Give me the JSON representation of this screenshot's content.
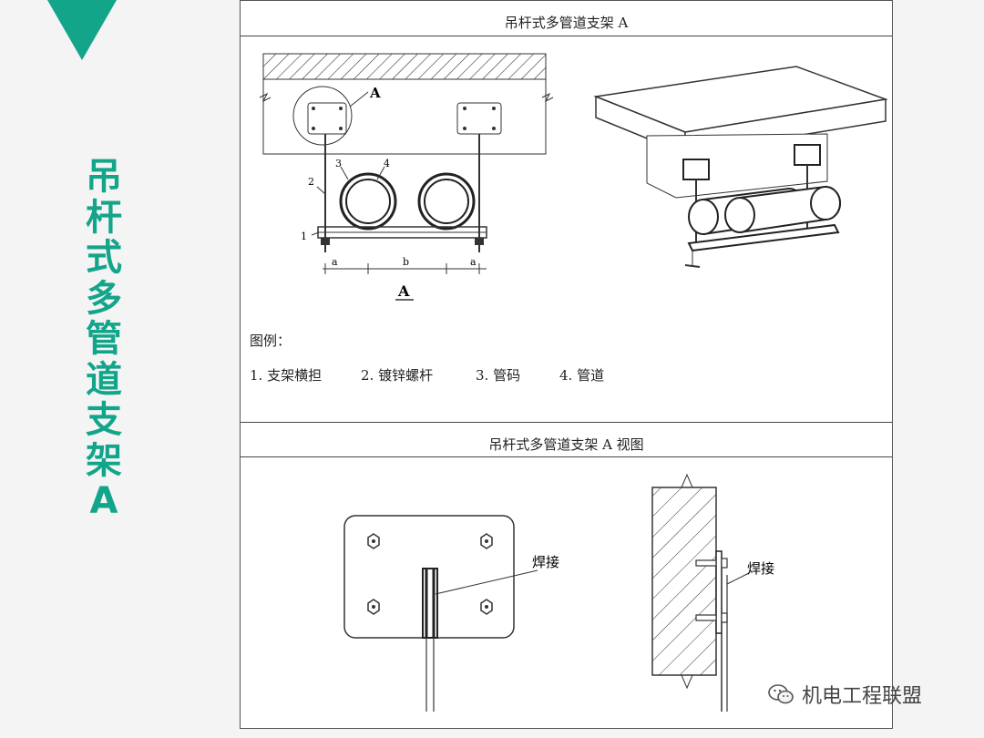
{
  "side": {
    "title_chars": [
      "吊",
      "杆",
      "式",
      "多",
      "管",
      "道",
      "支",
      "架",
      "A"
    ],
    "accent_color": "#13a58a"
  },
  "top_panel": {
    "title": "吊杆式多管道支架 A",
    "detail_marker": "A",
    "section_label": "A",
    "callouts": [
      "1",
      "2",
      "3",
      "4"
    ],
    "dims": {
      "a_left": "a",
      "b": "b",
      "a_right": "a"
    },
    "legend_heading": "图例：",
    "legend_items": [
      "1. 支架横担",
      "2. 镀锌螺杆",
      "3. 管码",
      "4. 管道"
    ]
  },
  "bottom_panel": {
    "title": "吊杆式多管道支架 A 视图",
    "weld_label_front": "焊接",
    "weld_label_side": "焊接"
  },
  "watermark": {
    "text": "机电工程联盟",
    "icon": "wechat-icon"
  }
}
